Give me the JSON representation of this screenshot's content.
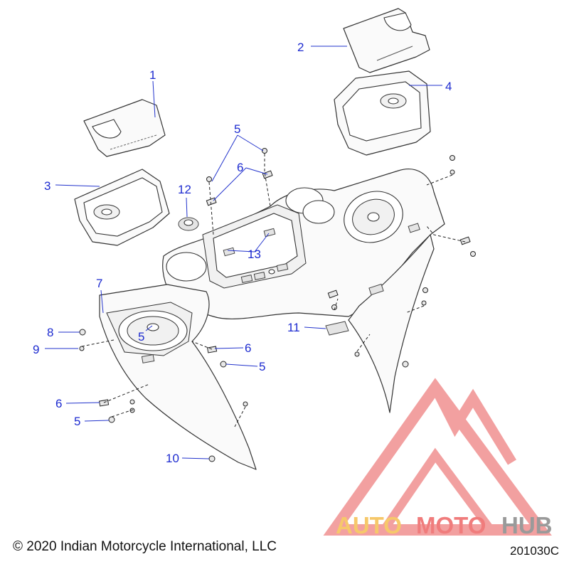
{
  "callouts": [
    {
      "id": "c1",
      "label": "1"
    },
    {
      "id": "c2",
      "label": "2"
    },
    {
      "id": "c3",
      "label": "3"
    },
    {
      "id": "c4",
      "label": "4"
    },
    {
      "id": "c5a",
      "label": "5"
    },
    {
      "id": "c6a",
      "label": "6"
    },
    {
      "id": "c12",
      "label": "12"
    },
    {
      "id": "c13",
      "label": "13"
    },
    {
      "id": "c7",
      "label": "7"
    },
    {
      "id": "c8",
      "label": "8"
    },
    {
      "id": "c9",
      "label": "9"
    },
    {
      "id": "c5b",
      "label": "5"
    },
    {
      "id": "c6b",
      "label": "6"
    },
    {
      "id": "c5c",
      "label": "5"
    },
    {
      "id": "c11",
      "label": "11"
    },
    {
      "id": "c6c",
      "label": "6"
    },
    {
      "id": "c5d",
      "label": "5"
    },
    {
      "id": "c10",
      "label": "10"
    }
  ],
  "watermark": {
    "part1": "AUTO",
    "part2": "MOTO",
    "part3": "HUB",
    "colors": {
      "logo": "#f08a8a",
      "auto": "#f6c86a",
      "moto": "#f07c7c",
      "hub": "#9a9a9a"
    }
  },
  "footer": {
    "copyright": "© 2020 Indian Motorcycle International, LLC",
    "figure_code": "201030C"
  },
  "colors": {
    "callout": "#1d2bd0"
  }
}
